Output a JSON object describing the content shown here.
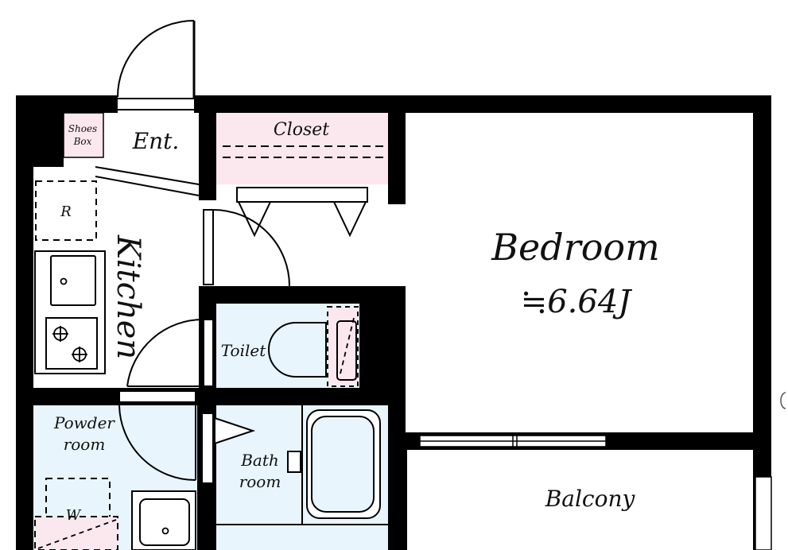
{
  "labels": {
    "shoes_box_line1": "Shoes",
    "shoes_box_line2": "Box",
    "entrance": "Ent.",
    "closet": "Closet",
    "refrigerator": "R",
    "kitchen": "Kitchen",
    "bedroom": "Bedroom",
    "bedroom_size": "≒6.64J",
    "toilet": "Toilet",
    "powder_room_line1": "Powder",
    "powder_room_line2": "room",
    "washer": "W",
    "bath_room_line1": "Bath",
    "bath_room_line2": "room",
    "balcony": "Balcony"
  },
  "colors": {
    "wall": "#000000",
    "closet_fill": "#fbe7ee",
    "wet_area_fill": "#e8f5fc",
    "pink_fill": "#fbe7ee"
  }
}
